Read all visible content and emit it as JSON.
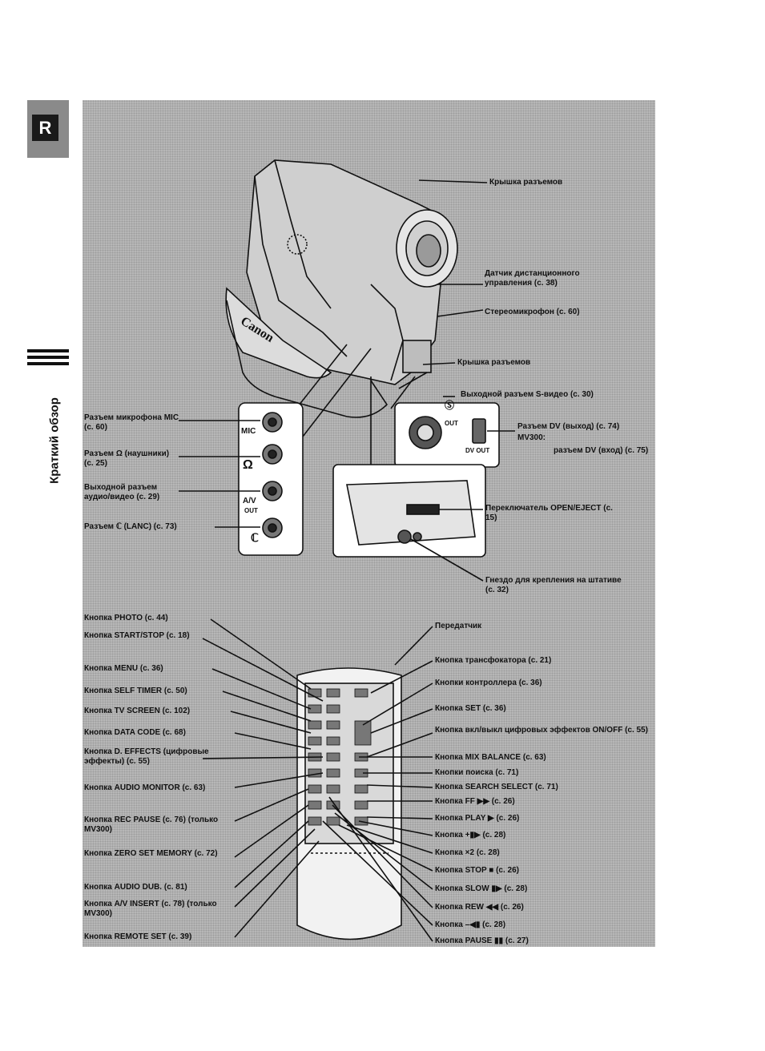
{
  "page": {
    "lang_letter": "R",
    "side_title": "Краткий обзор"
  },
  "jack_panel": {
    "mic": "MIC",
    "headphone": "Ω",
    "av": "A/V",
    "av_out": "OUT",
    "lanc": "ℂ"
  },
  "dv_panel": {
    "s_out": "OUT",
    "dv_out": "DV OUT",
    "s_symbol": "Ⓢ"
  },
  "labels": {
    "cover_top": "Крышка разъемов",
    "remote_sensor": "Датчик дистанционного управления (с. 38)",
    "stereo_mic": "Стереомикрофон (с. 60)",
    "cover_mid": "Крышка разъемов",
    "s_video": "Выходной разъем S-видео (с. 30)",
    "dv_jack": "Разъем DV (выход) (с. 74)",
    "dv_model": "MV300:",
    "dv_in": "разъем DV (вход) (с. 75)",
    "open_eject": "Переключатель OPEN/EJECT (с. 15)",
    "tripod": "Гнездо для крепления на штативе (с. 32)",
    "mic_jack": "Разъем микрофона MIC (с. 60)",
    "headphone_jack": "Разъем Ω (наушники) (с. 25)",
    "av_jack": "Выходной разъем аудио/видео (с. 29)",
    "lanc_jack": "Разъем ℂ (LANC) (с. 73)",
    "photo": "Кнопка PHOTO (с. 44)",
    "start_stop": "Кнопка START/STOP (с. 18)",
    "menu": "Кнопка MENU (с. 36)",
    "self_timer": "Кнопка SELF TIMER (с. 50)",
    "tv_screen": "Кнопка TV SCREEN (с. 102)",
    "data_code": "Кнопка DATA CODE (с. 68)",
    "d_effects": "Кнопка D. EFFECTS (цифровые эффекты) (с. 55)",
    "audio_monitor": "Кнопка AUDIO MONITOR (с. 63)",
    "rec_pause": "Кнопка REC PAUSE (с. 76) (только MV300)",
    "zero_set": "Кнопка ZERO SET MEMORY (с. 72)",
    "audio_dub": "Кнопка AUDIO DUB. (с. 81)",
    "av_insert": "Кнопка A/V INSERT (с. 78) (только MV300)",
    "remote_set": "Кнопка REMOTE SET (с. 39)",
    "transmitter": "Передатчик",
    "zoom": "Кнопка трансфокатора (с. 21)",
    "controller": "Кнопки контроллера (с. 36)",
    "set": "Кнопка SET (с. 36)",
    "effects_onoff": "Кнопка вкл/выкл цифровых эффектов ON/OFF (с. 55)",
    "mix_balance": "Кнопка MIX BALANCE (с. 63)",
    "search": "Кнопки поиска (с. 71)",
    "search_select": "Кнопка SEARCH SELECT (с. 71)",
    "ff": "Кнопка FF ▶▶ (с. 26)",
    "play": "Кнопка PLAY ▶ (с. 26)",
    "frame_fwd": "Кнопка +▮▶ (с. 28)",
    "x2": "Кнопка ×2 (с. 28)",
    "stop": "Кнопка STOP ■ (с. 26)",
    "slow": "Кнопка SLOW ▮▶ (с. 28)",
    "rew": "Кнопка REW ◀◀ (с. 26)",
    "frame_back": "Кнопка –◀▮ (с. 28)",
    "pause": "Кнопка PAUSE ▮▮ (с. 27)"
  },
  "brand": "Canon"
}
